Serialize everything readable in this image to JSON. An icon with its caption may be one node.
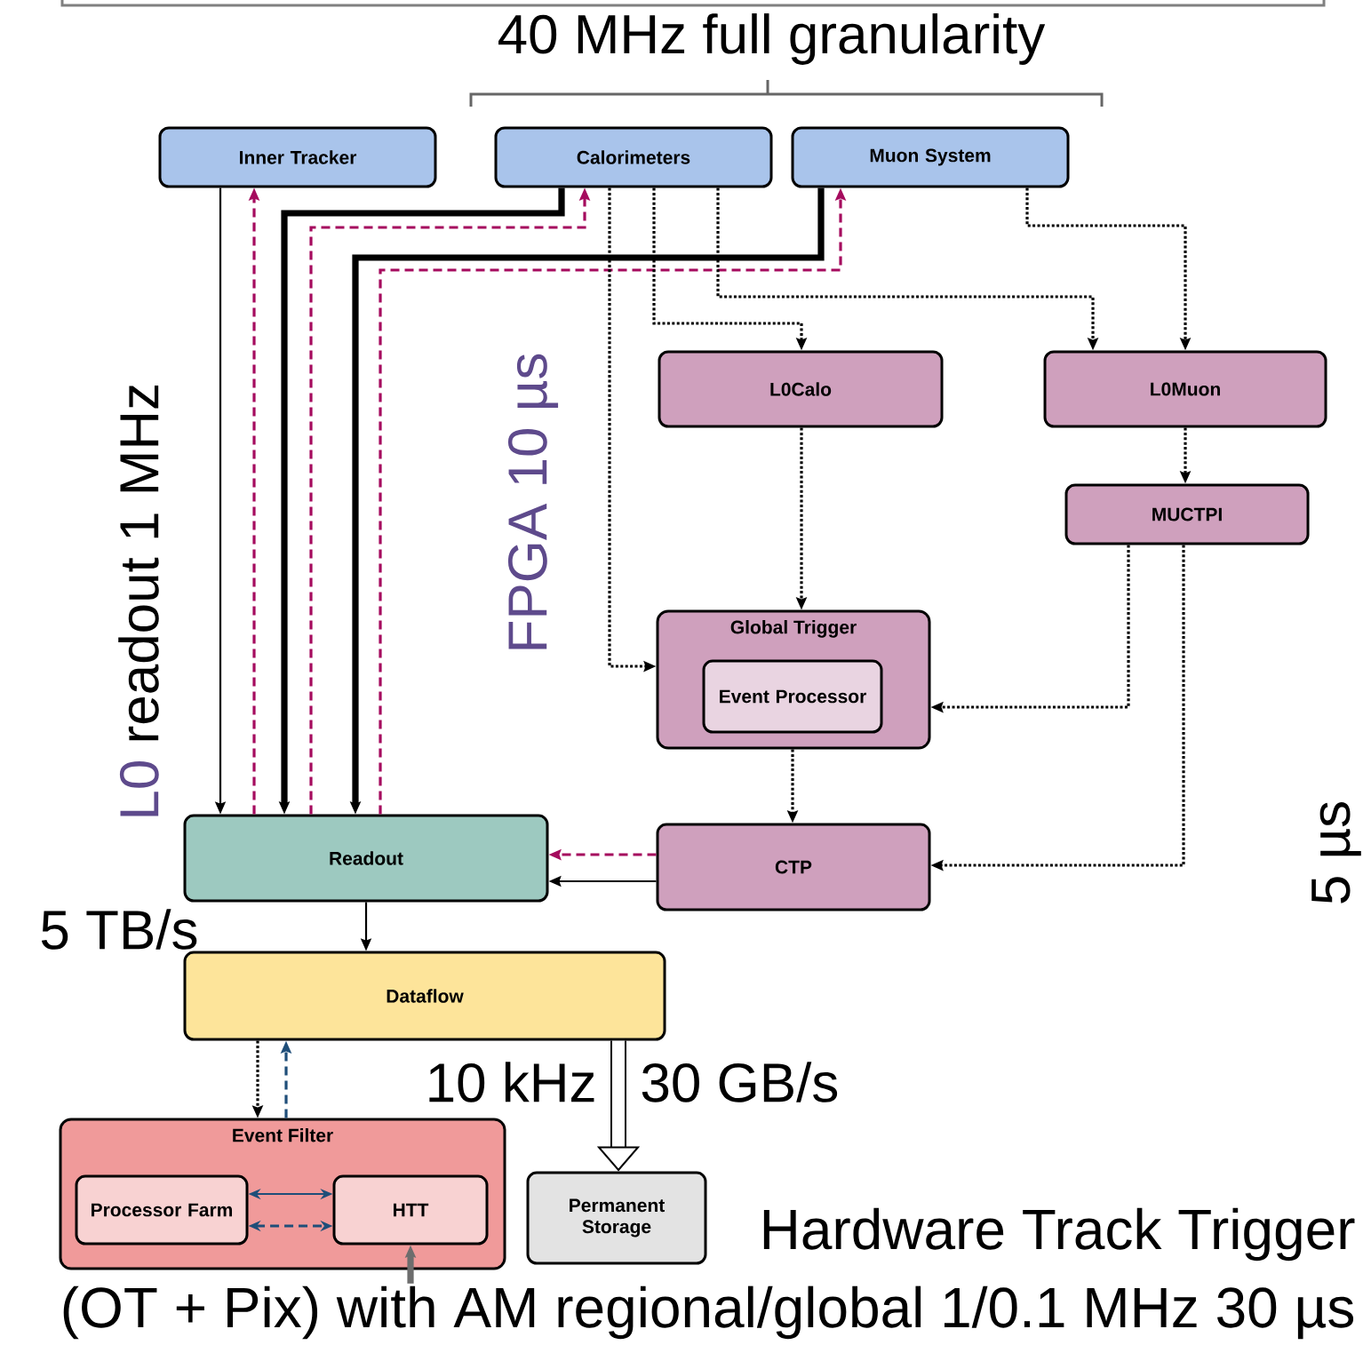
{
  "diagram": {
    "nodes": [
      {
        "text": [
          "Inner Tracker"
        ]
      },
      {
        "text": [
          "Calorimeters"
        ]
      },
      {
        "text": [
          "Muon System"
        ]
      },
      {
        "text": [
          "L0Calo"
        ]
      },
      {
        "text": [
          "L0Muon"
        ]
      },
      {
        "text": [
          "MUCTPI"
        ]
      },
      {
        "text": [
          "Global Trigger"
        ]
      },
      {
        "text": [
          "Event Processor"
        ],
        "in": 6
      },
      {
        "text": [
          "Readout"
        ]
      },
      {
        "text": [
          "CTP"
        ]
      },
      {
        "text": [
          "Dataflow"
        ]
      },
      {
        "text": [
          "Event Filter"
        ]
      },
      {
        "text": [
          "Processor Farm"
        ],
        "in": 11
      },
      {
        "text": [
          "HTT"
        ],
        "in": 11
      },
      {
        "text": [
          "Permanent Storage"
        ]
      },
      {
        "text": [
          "Hardware Track Trigger",
          "(OT + Pix) with AM regional/global 1/0.1 MHz 30 µs"
        ]
      }
    ],
    "edges": [
      {
        "from": 0,
        "to": 8,
        "arrow": "to"
      },
      {
        "from": 8,
        "to": 0,
        "arrow": "to",
        "style": "dashed",
        "color": "#a50b5e"
      },
      {
        "from": 1,
        "to": 8,
        "arrow": "to",
        "style": "thick"
      },
      {
        "from": 8,
        "to": 1,
        "arrow": "to",
        "style": "dashed",
        "color": "#a50b5e"
      },
      {
        "from": 2,
        "to": 8,
        "arrow": "to",
        "style": "thick"
      },
      {
        "from": 8,
        "to": 2,
        "arrow": "to",
        "style": "dashed",
        "color": "#a50b5e"
      },
      {
        "from": 1,
        "to": 6,
        "arrow": "to",
        "style": "dashed"
      },
      {
        "from": 1,
        "to": 3,
        "arrow": "to",
        "style": "dashed"
      },
      {
        "from": 1,
        "to": 4,
        "arrow": "to",
        "style": "dashed"
      },
      {
        "from": 2,
        "to": 4,
        "arrow": "to",
        "style": "dashed"
      },
      {
        "from": 3,
        "to": 6,
        "arrow": "to",
        "style": "dashed"
      },
      {
        "from": 4,
        "to": 5,
        "arrow": "to",
        "style": "dashed"
      },
      {
        "from": 5,
        "to": 6,
        "arrow": "to",
        "style": "dashed"
      },
      {
        "from": 5,
        "to": 9,
        "arrow": "to",
        "style": "dashed"
      },
      {
        "from": 6,
        "to": 9,
        "arrow": "to",
        "style": "dashed"
      },
      {
        "from": 9,
        "to": 8,
        "arrow": "to",
        "style": "dashed",
        "color": "#a50b5e"
      },
      {
        "from": 9,
        "to": 8,
        "arrow": "to"
      },
      {
        "from": 8,
        "to": 10,
        "arrow": "to"
      },
      {
        "from": 10,
        "to": 11,
        "arrow": "to",
        "style": "dashed"
      },
      {
        "from": 11,
        "to": 10,
        "arrow": "to",
        "style": "dashed",
        "color": "#1f4e79"
      },
      {
        "from": 12,
        "to": 13,
        "arrow": "both",
        "color": "#1f4e79"
      },
      {
        "from": 12,
        "to": 13,
        "arrow": "both",
        "style": "dashed",
        "color": "#1f4e79"
      },
      {
        "from": 10,
        "to": 14,
        "arrow": "to",
        "style": "thick"
      },
      {
        "from": 15,
        "to": 13,
        "arrow": "to",
        "style": "thick",
        "color": "#6d6d6d"
      }
    ],
    "labels": [
      "40 MHz full granularity",
      "L0",
      "readout 1 MHz",
      "FPGA 10 µs",
      "5 µs",
      "5 TB/s",
      "10 kHz",
      "30 GB/s"
    ]
  }
}
